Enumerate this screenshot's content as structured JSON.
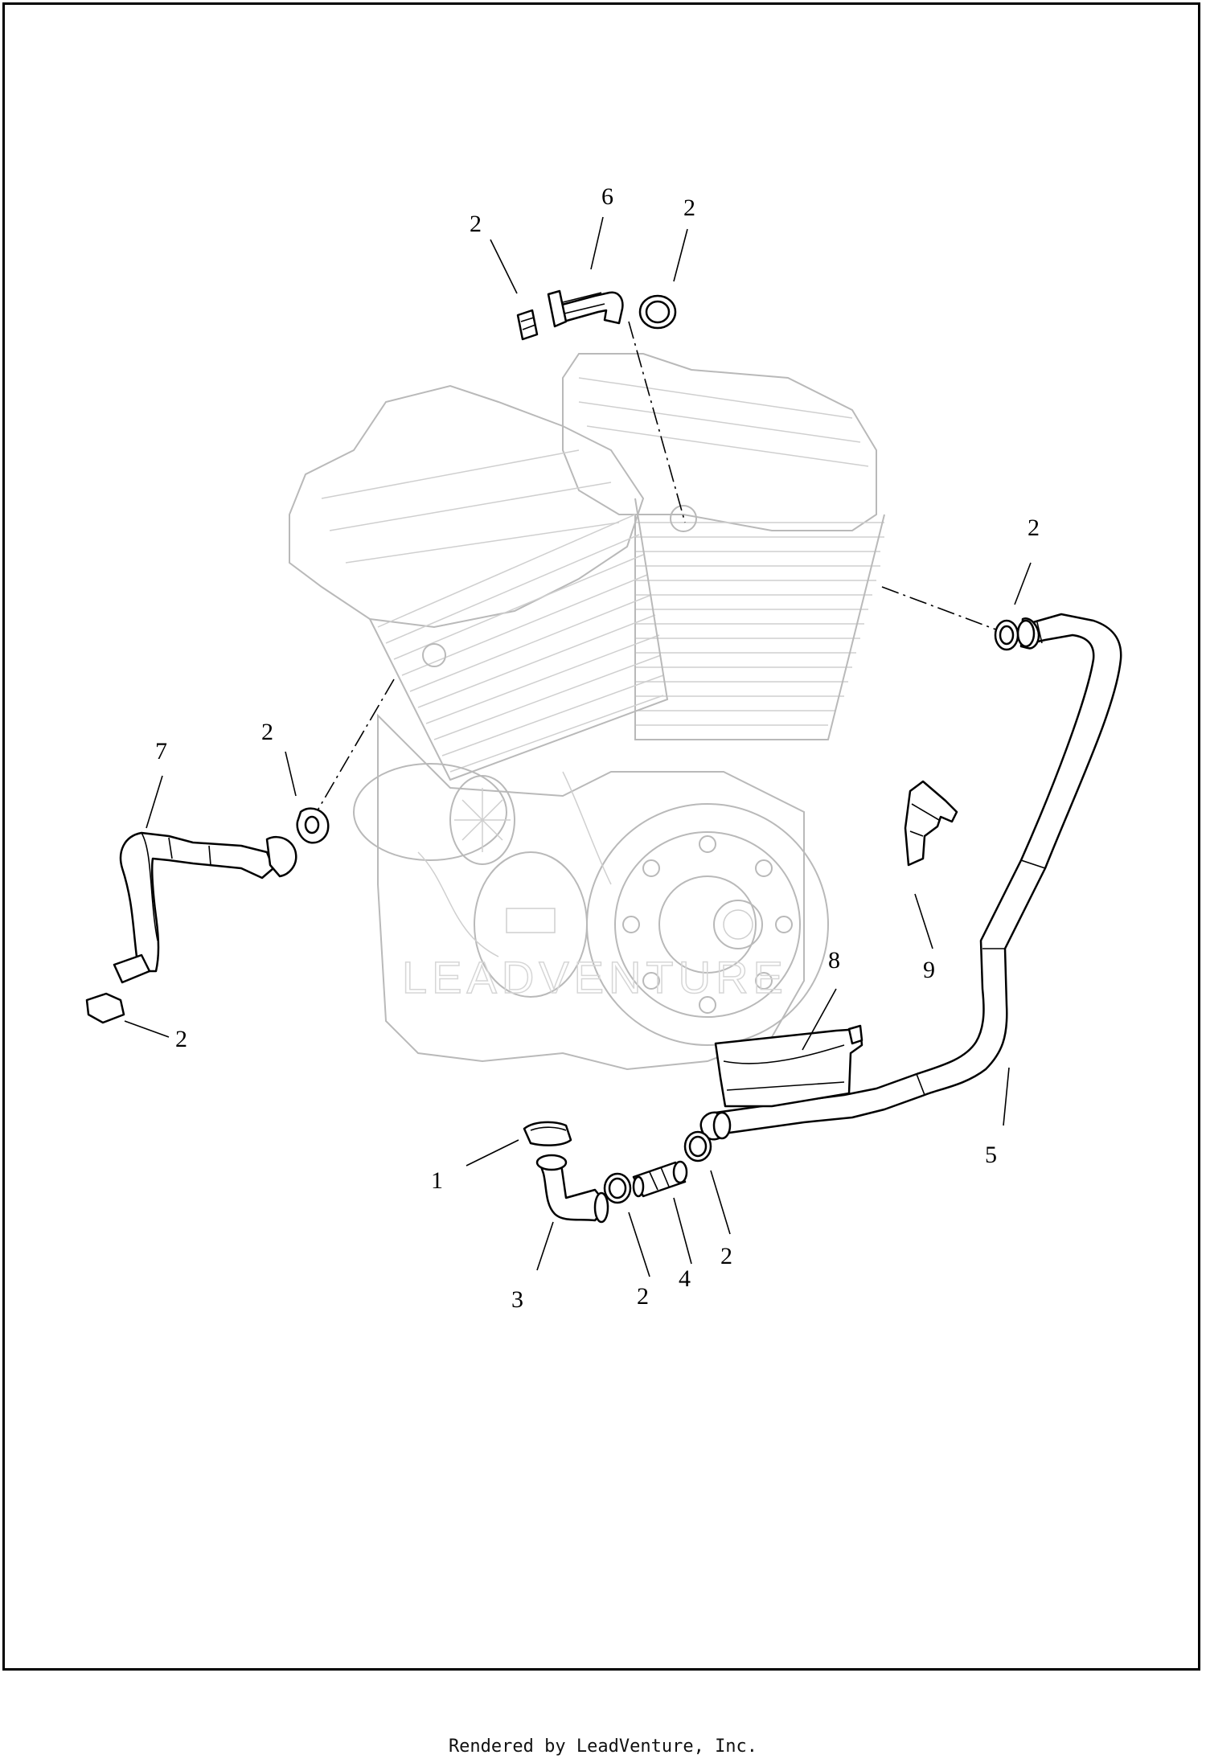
{
  "callouts": {
    "c1": "1",
    "c2a": "2",
    "c2b": "2",
    "c2c": "2",
    "c2d": "2",
    "c2e": "2",
    "c2f": "2",
    "c2g": "2",
    "c3": "3",
    "c4": "4",
    "c5": "5",
    "c6": "6",
    "c7": "7",
    "c8": "8",
    "c9": "9"
  },
  "watermark": "LEADVENTURE",
  "footer": "Rendered by LeadVenture, Inc."
}
